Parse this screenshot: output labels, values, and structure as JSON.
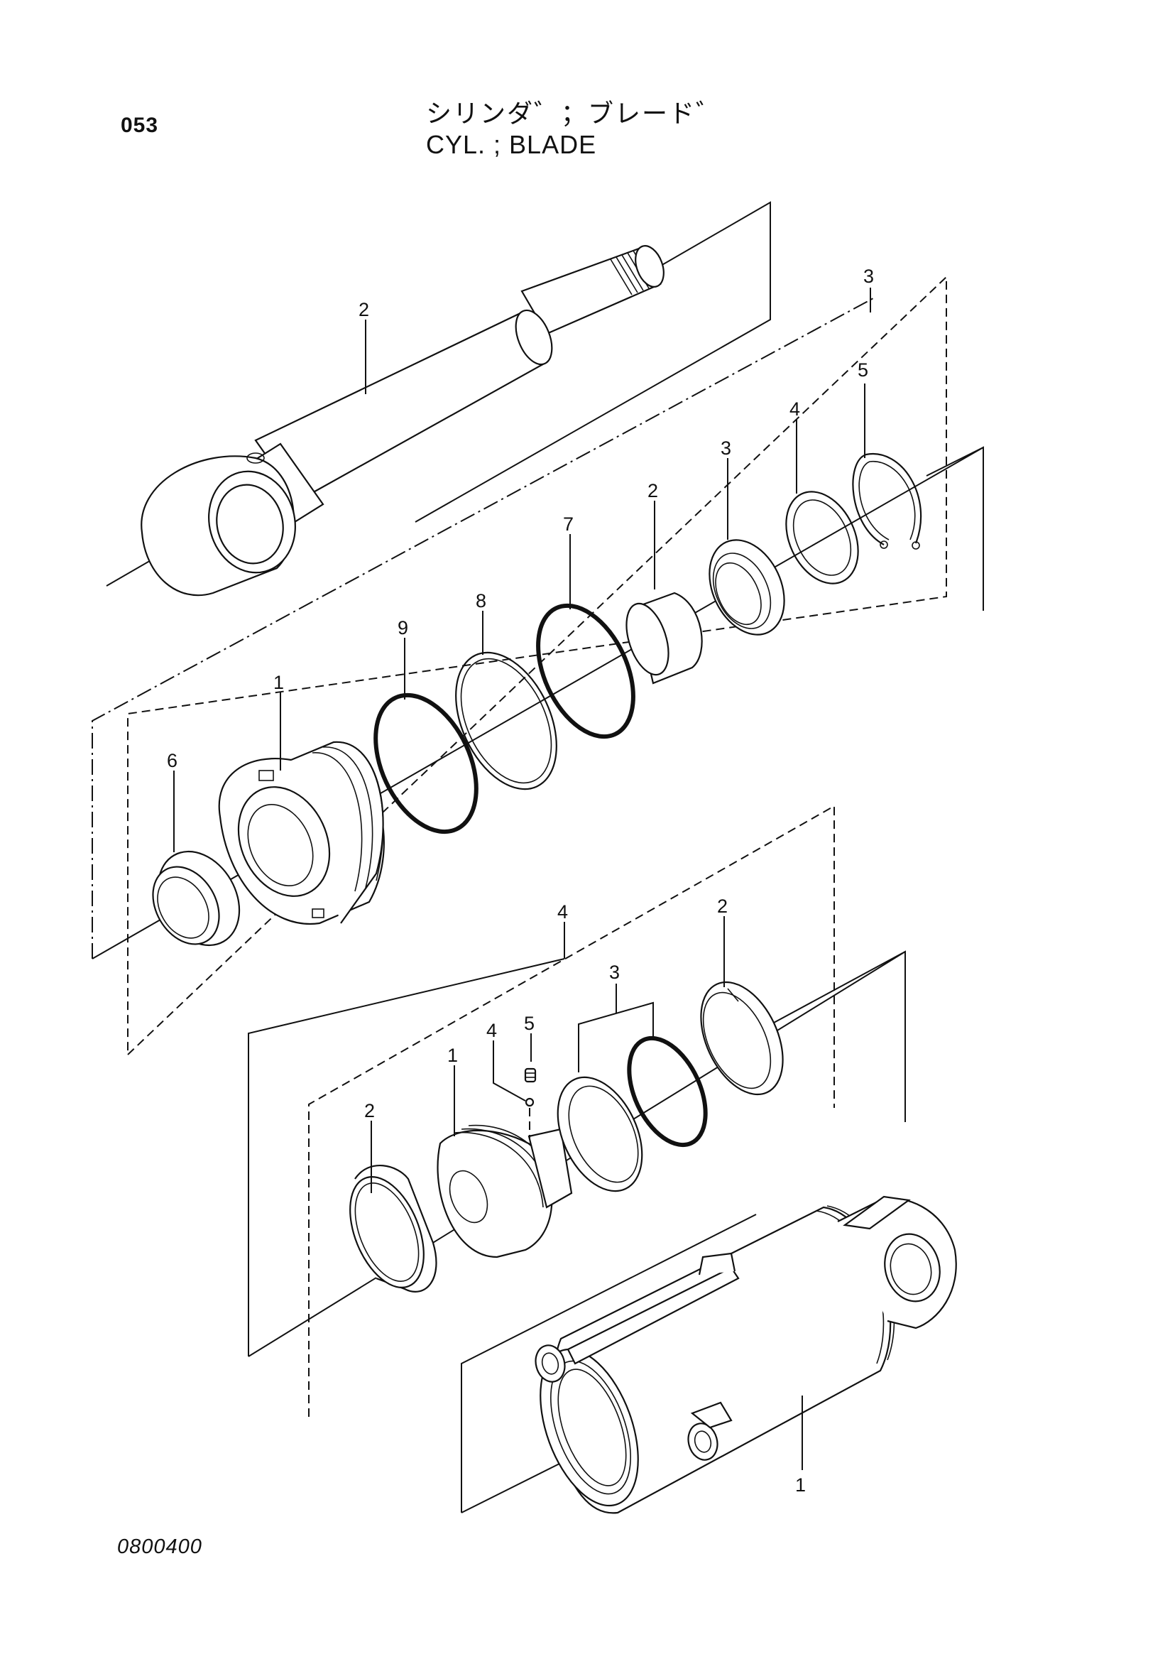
{
  "page": {
    "page_number": "053",
    "title_jp": "シリンダ゛；ブレード゛",
    "title_en": "CYL. ; BLADE",
    "figure_code": "0800400"
  },
  "callouts": {
    "rod": "2",
    "head_group": "3",
    "head_body": "1",
    "head_bushing": "2",
    "head_seal": "3",
    "head_backup_ring": "4",
    "head_snap_ring": "5",
    "head_dust_seal": "6",
    "head_oring_7": "7",
    "head_ring_8": "8",
    "head_oring_9": "9",
    "piston_group": "4",
    "piston_body": "1",
    "piston_wear_ring_left": "2",
    "piston_wear_ring_right": "2",
    "piston_seal_set": "3",
    "piston_steel_ball": "4",
    "piston_set_screw": "5",
    "tube": "1"
  },
  "colors": {
    "ink": "#111111",
    "paper": "#ffffff"
  }
}
